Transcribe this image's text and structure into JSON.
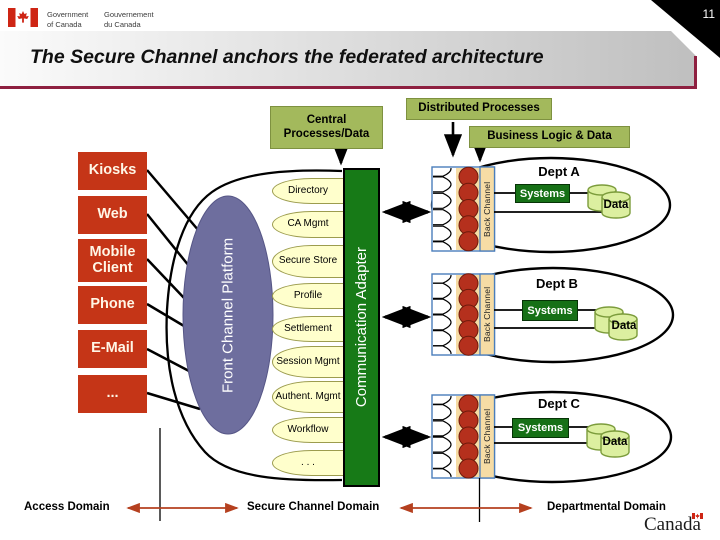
{
  "header": {
    "gov_en_1": "Government",
    "gov_en_2": "of Canada",
    "gov_fr_1": "Gouvernement",
    "gov_fr_2": "du Canada",
    "page_number": "11",
    "title": "The Secure Channel anchors the federated architecture"
  },
  "top_labels": {
    "central": "Central Processes/Data",
    "distributed": "Distributed Processes",
    "business": "Business Logic & Data"
  },
  "access_channels": [
    "Kiosks",
    "Web",
    "Mobile Client",
    "Phone",
    "E-Mail",
    "..."
  ],
  "front_platform": "Front Channel Platform",
  "services": [
    "Directory",
    "CA Mgmt",
    "Secure Store",
    "Profile",
    "Settlement",
    "Session Mgmt",
    "Authent. Mgmt",
    "Workflow",
    ". . ."
  ],
  "adapter": "Communication Adapter",
  "back_channel_label": "Back Channel",
  "departments": [
    {
      "name": "Dept A",
      "systems": "Systems",
      "data": "Data"
    },
    {
      "name": "Dept B",
      "systems": "Systems",
      "data": "Data"
    },
    {
      "name": "Dept C",
      "systems": "Systems",
      "data": "Data"
    }
  ],
  "domains": {
    "access": "Access Domain",
    "secure": "Secure Channel Domain",
    "departmental": "Departmental Domain"
  },
  "wordmark": "Canada",
  "colors": {
    "accent_maroon": "#8E2040",
    "box_red": "#C53517",
    "olive_label": "#A3B95C",
    "adapter_green": "#177A17",
    "systems_green": "#167016",
    "service_yellow": "#FFFFCC",
    "platform_purple": "#6E6E9E",
    "backchannel_tan": "#F6DCA5",
    "circle_red": "#B5301D",
    "border_blue": "#4A7EBB",
    "domain_arrow": "#B5401F"
  }
}
